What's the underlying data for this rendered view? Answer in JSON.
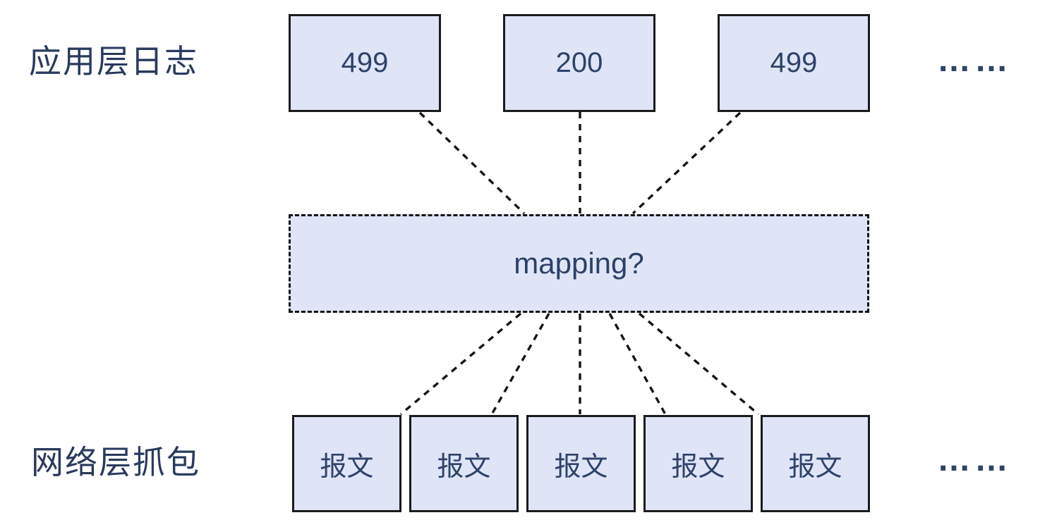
{
  "diagram": {
    "top_row": {
      "label": "应用层日志",
      "boxes": [
        {
          "label": "499"
        },
        {
          "label": "200"
        },
        {
          "label": "499"
        }
      ],
      "ellipsis": "……"
    },
    "middle": {
      "label": "mapping?"
    },
    "bottom_row": {
      "label": "网络层抓包",
      "boxes": [
        {
          "label": "报文"
        },
        {
          "label": "报文"
        },
        {
          "label": "报文"
        },
        {
          "label": "报文"
        },
        {
          "label": "报文"
        }
      ],
      "ellipsis": "……"
    },
    "colors": {
      "box_fill": "#dfe5f7",
      "box_border": "#1b1b1d",
      "dashed_line": "#141414",
      "text_navy": "#2a3a5e"
    }
  }
}
